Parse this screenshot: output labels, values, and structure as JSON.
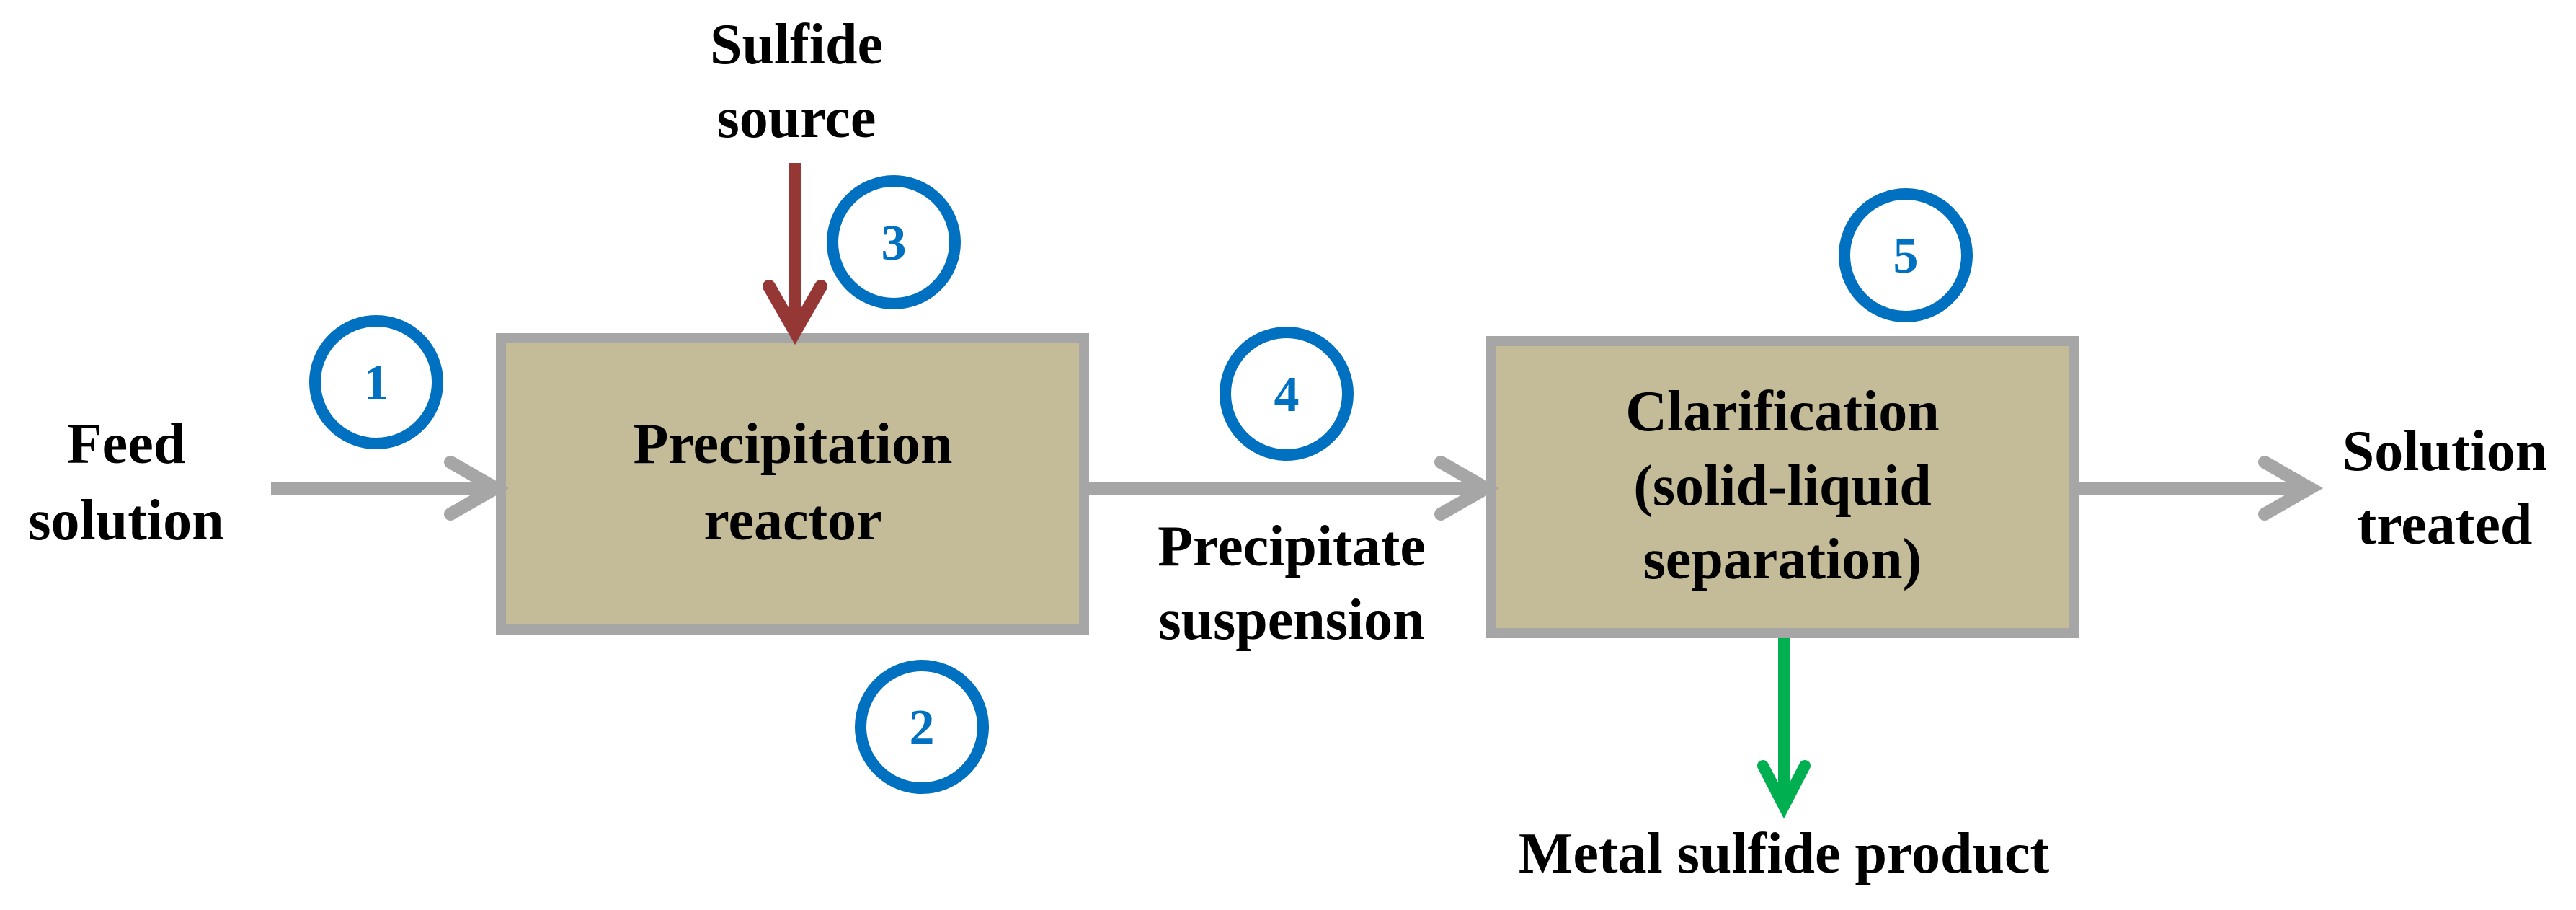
{
  "colors": {
    "box_fill": "#c4bc98",
    "box_stroke": "#a6a6a6",
    "flow_arrow": "#a6a6a6",
    "sulfide_arrow": "#953735",
    "product_arrow": "#00b050",
    "marker": "#0070c0",
    "text": "#000000"
  },
  "inputs": {
    "feed": [
      "Feed",
      "solution"
    ],
    "sulfide": [
      "Sulfide",
      "source"
    ]
  },
  "units": {
    "reactor": [
      "Precipitation",
      "reactor"
    ],
    "clarifier": [
      "Clarification",
      "(solid-liquid",
      "separation)"
    ]
  },
  "streams": {
    "suspension": [
      "Precipitate",
      "suspension"
    ],
    "treated": [
      "Solution",
      "treated"
    ],
    "product": "Metal sulfide product"
  },
  "markers": [
    "1",
    "2",
    "3",
    "4",
    "5"
  ]
}
